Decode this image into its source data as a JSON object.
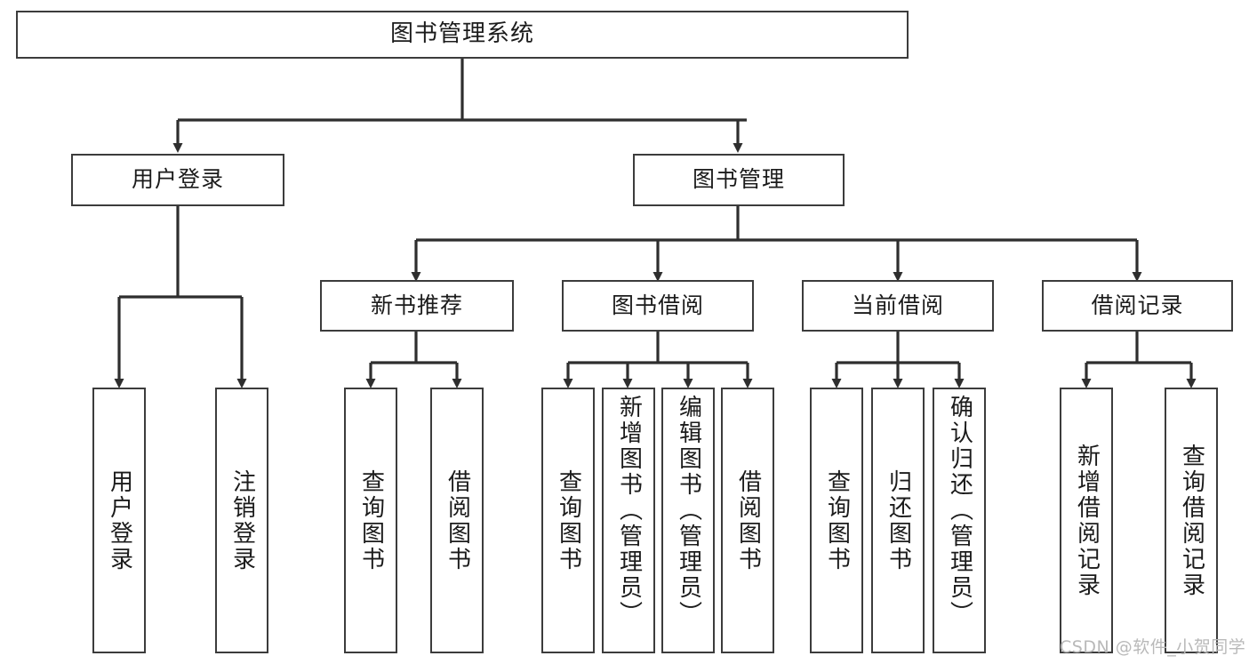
{
  "diagram": {
    "type": "tree-hierarchy",
    "title": "图书管理系统",
    "root": {
      "id": "root",
      "label": "图书管理系统"
    },
    "level1": [
      {
        "id": "user-login",
        "label": "用户登录"
      },
      {
        "id": "book-manage",
        "label": "图书管理"
      }
    ],
    "level2": [
      {
        "id": "new-book-recommend",
        "label": "新书推荐",
        "parent": "book-manage"
      },
      {
        "id": "book-borrow",
        "label": "图书借阅",
        "parent": "book-manage"
      },
      {
        "id": "current-borrow",
        "label": "当前借阅",
        "parent": "book-manage"
      },
      {
        "id": "borrow-record",
        "label": "借阅记录",
        "parent": "book-manage"
      }
    ],
    "leaves": {
      "user-login": [
        {
          "id": "leaf-user-login",
          "label": "用户登录"
        },
        {
          "id": "leaf-logout-login",
          "label": "注销登录"
        }
      ],
      "new-book-recommend": [
        {
          "id": "leaf-query-book-1",
          "label": "查询图书"
        },
        {
          "id": "leaf-borrow-book-1",
          "label": "借阅图书"
        }
      ],
      "book-borrow": [
        {
          "id": "leaf-query-book-2",
          "label": "查询图书"
        },
        {
          "id": "leaf-add-book",
          "label": "新增图书（管理员）"
        },
        {
          "id": "leaf-edit-book",
          "label": "编辑图书（管理员）"
        },
        {
          "id": "leaf-borrow-book-2",
          "label": "借阅图书"
        }
      ],
      "current-borrow": [
        {
          "id": "leaf-query-book-3",
          "label": "查询图书"
        },
        {
          "id": "leaf-return-book",
          "label": "归还图书"
        },
        {
          "id": "leaf-confirm-return",
          "label": "确认归还（管理员）"
        }
      ],
      "borrow-record": [
        {
          "id": "leaf-add-record",
          "label": "新增借阅记录"
        },
        {
          "id": "leaf-query-record",
          "label": "查询借阅记录"
        }
      ]
    }
  },
  "watermark": {
    "text": "CSDN @软件_小贺同学"
  },
  "colors": {
    "border": "#3c3c3c",
    "background": "#ffffff",
    "text": "#1b1b1b",
    "watermark": "#b9b9b9"
  }
}
